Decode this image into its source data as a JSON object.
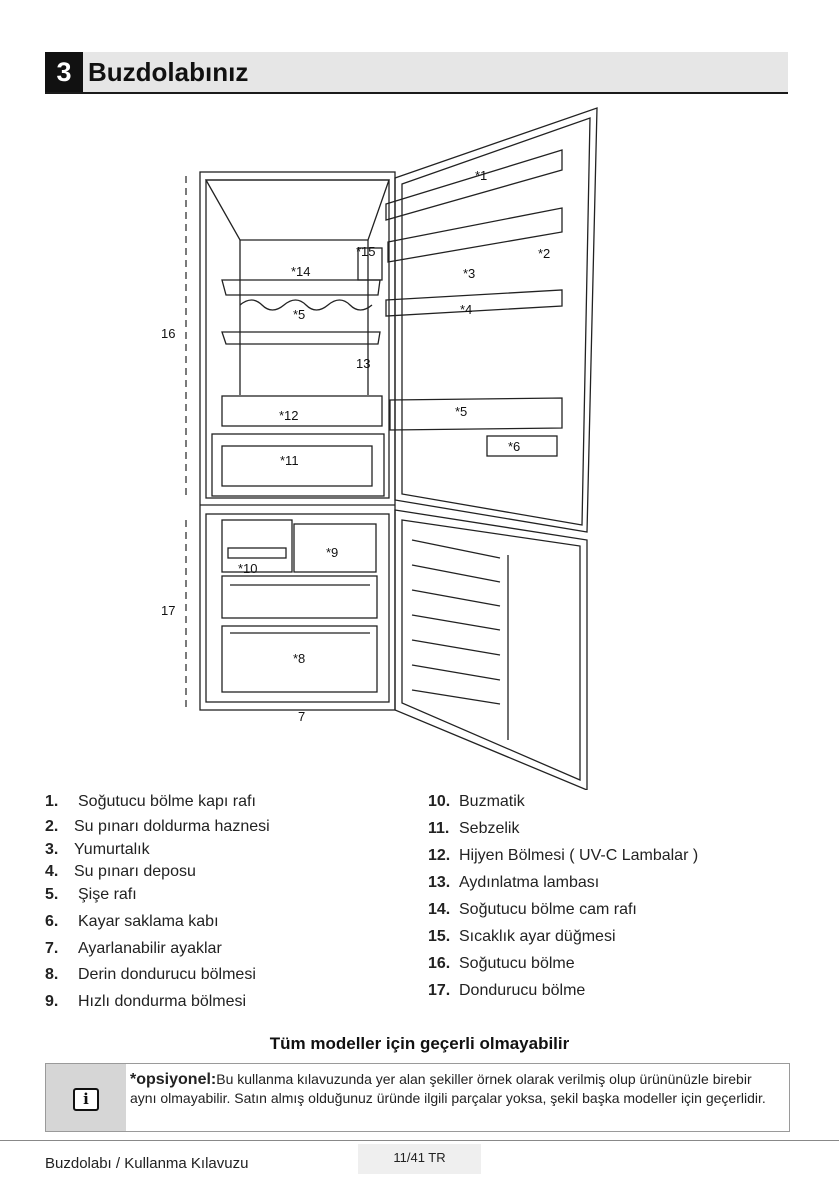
{
  "section": {
    "number": "3",
    "title": "Buzdolabınız"
  },
  "diagram_labels": {
    "l1": "*1",
    "l2": "*2",
    "l3": "*3",
    "l4": "*4",
    "l5a": "*5",
    "l5b": "*5",
    "l6": "*6",
    "l7": "7",
    "l8": "*8",
    "l9": "*9",
    "l10": "*10",
    "l11": "*11",
    "l12": "*12",
    "l13": "13",
    "l14": "*14",
    "l15": "*15",
    "l16": "16",
    "l17": "17"
  },
  "parts_left": [
    {
      "num": "1.",
      "label": "Soğutucu bölme kapı rafı"
    },
    {
      "num": "2.",
      "label": "Su pınarı doldurma haznesi"
    },
    {
      "num": "3.",
      "label": "Yumurtalık"
    },
    {
      "num": "4.",
      "label": "Su pınarı deposu"
    },
    {
      "num": "5.",
      "label": "Şişe rafı"
    },
    {
      "num": "6.",
      "label": "Kayar saklama kabı"
    },
    {
      "num": "7.",
      "label": "Ayarlanabilir ayaklar"
    },
    {
      "num": "8.",
      "label": "Derin dondurucu bölmesi"
    },
    {
      "num": "9.",
      "label": "Hızlı dondurma bölmesi"
    }
  ],
  "parts_right": [
    {
      "num": "10.",
      "label": "Buzmatik"
    },
    {
      "num": "11.",
      "label": "Sebzelik"
    },
    {
      "num": "12.",
      "label": "Hijyen Bölmesi ( UV-C Lambalar )"
    },
    {
      "num": "13.",
      "label": "Aydınlatma lambası"
    },
    {
      "num": "14.",
      "label": "Soğutucu bölme cam rafı"
    },
    {
      "num": "15.",
      "label": "Sıcaklık ayar düğmesi"
    },
    {
      "num": "16.",
      "label": "Soğutucu bölme"
    },
    {
      "num": "17.",
      "label": "Dondurucu bölme"
    }
  ],
  "notice": {
    "title": "Tüm modeller için geçerli olmayabilir",
    "keyword": "*opsiyonel:",
    "body": "Bu kullanma kılavuzunda yer alan şekiller örnek olarak verilmiş olup ürününüzle birebir aynı olmayabilir. Satın almış olduğunuz üründe ilgili parçalar yoksa, şekil başka modeller için geçerlidir.",
    "icon": "info-icon"
  },
  "footer": {
    "doc_title": "Buzdolabı / Kullanma Kılavuzu",
    "page": "11/41 TR"
  }
}
